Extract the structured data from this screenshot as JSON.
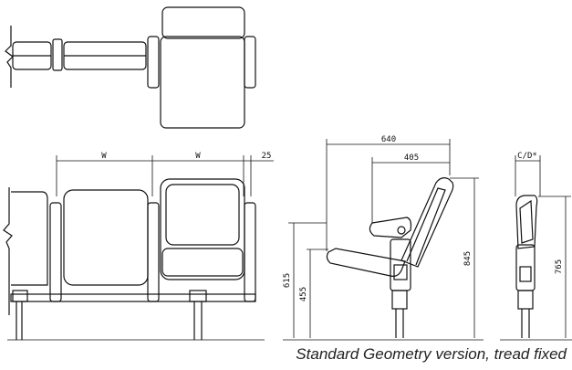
{
  "dimensions": {
    "seat_width": "W",
    "armrest_width": "25",
    "overall_depth": "640",
    "folded_depth": "405",
    "overall_height": "845",
    "armrest_height": "615",
    "seat_height": "455",
    "folded_height": "765",
    "row_clearance": "C/D*"
  },
  "caption": "Standard Geometry version, tread fixed"
}
